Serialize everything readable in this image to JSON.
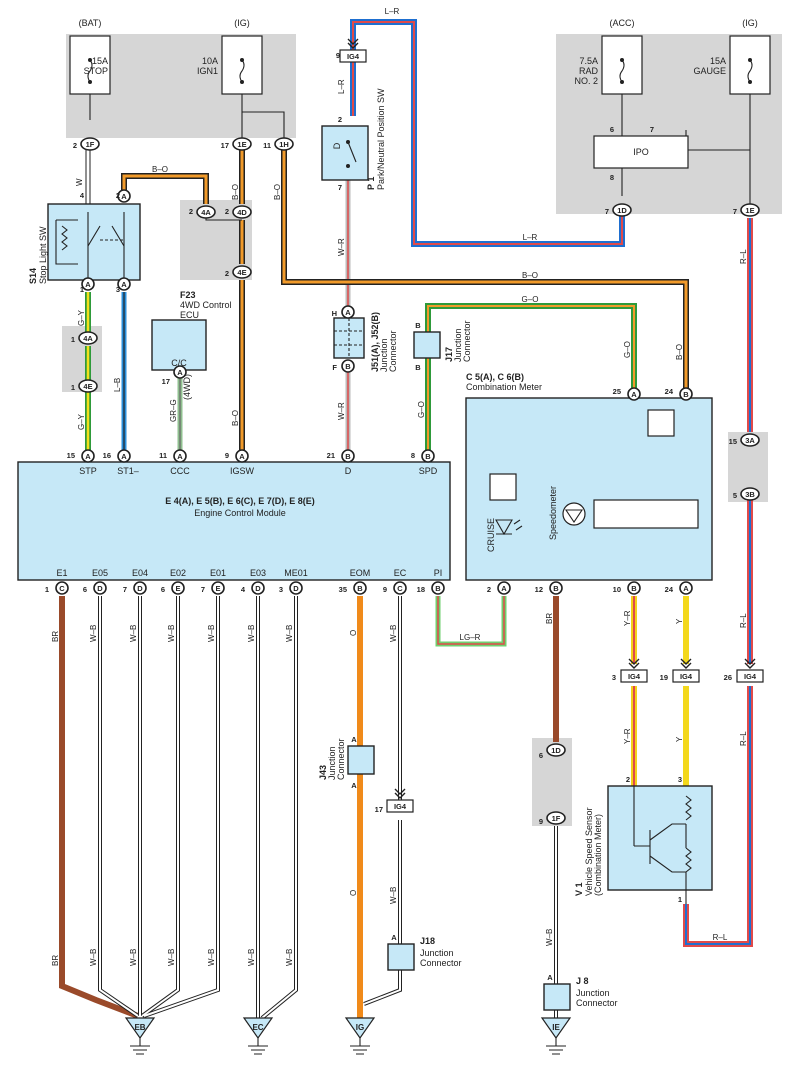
{
  "fuses": [
    {
      "source": "(BAT)",
      "rating": "15A",
      "name": "STOP"
    },
    {
      "source": "(IG)",
      "rating": "10A",
      "name": "IGN1"
    },
    {
      "source": "(ACC)",
      "rating": "7.5A",
      "name": "RAD",
      "name2": "NO. 2"
    },
    {
      "source": "(IG)",
      "rating": "15A",
      "name": "GAUGE"
    }
  ],
  "connectors": {
    "c1F": "1F",
    "c1E": "1E",
    "c1H": "1H",
    "c4A": "4A",
    "c4D": "4D",
    "c4E": "4E",
    "cIG4": "IG4",
    "c1D": "1D",
    "c3A": "3A",
    "c3B": "3B",
    "A": "A",
    "B": "B",
    "C": "C",
    "D": "D",
    "E": "E",
    "H": "H",
    "F": "F"
  },
  "pins": {
    "p2": "2",
    "p17": "17",
    "p11": "11",
    "p9": "9",
    "p7": "7",
    "p6": "6",
    "p8": "8",
    "p4": "4",
    "p1": "1",
    "p3": "3",
    "p15": "15",
    "p16": "16",
    "p21": "21",
    "p5": "5",
    "p25": "25",
    "p24": "24",
    "p35": "35",
    "p18": "18",
    "p12": "12",
    "p10": "10",
    "p19": "19",
    "p26": "26"
  },
  "wires": {
    "W": "W",
    "BO": "B–O",
    "LR": "L–R",
    "WR": "W–R",
    "GO": "G–O",
    "RL": "R–L",
    "GY": "G–Y",
    "LB": "L–B",
    "GRG": "GR–G",
    "BR": "BR",
    "WB": "W–B",
    "O": "O",
    "LGR": "LG–R",
    "YR": "Y–R",
    "Y": "Y"
  },
  "components": {
    "s14_code": "S14",
    "s14_name": "Stop Light SW",
    "f23_code": "F23",
    "f23_name": "4WD Control",
    "f23_name2": "ECU",
    "cc": "C/C",
    "fwd": "(4WD)",
    "p1_code": "P 1",
    "p1_name": "Park/Neutral Position SW",
    "p1_D": "D",
    "ipo": "IPO",
    "j51_code": "J51(A), J52(B)",
    "j51_name": "Junction",
    "j51_name2": "Connector",
    "j17_code": "J17",
    "j17_name": "Junction",
    "j17_name2": "Connector",
    "c5_code": "C 5(A), C 6(B)",
    "c5_name": "Combination Meter",
    "cruise": "CRUISE",
    "speedometer": "Speedometer",
    "ecm_code": "E 4(A), E 5(B), E 6(C), E 7(D), E 8(E)",
    "ecm_name": "Engine Control Module",
    "j43_code": "J43",
    "j43_name": "Junction",
    "j43_name2": "Connector",
    "j18_code": "J18",
    "j18_name": "Junction",
    "j18_name2": "Connector",
    "j8_code": "J 8",
    "j8_name": "Junction",
    "j8_name2": "Connector",
    "v1_code": "V 1",
    "v1_name": "Vehicle Speed Sensor",
    "v1_name2": "(Combination Meter)"
  },
  "ecm_top_terminals": [
    "STP",
    "ST1–",
    "CCC",
    "IGSW",
    "D",
    "SPD"
  ],
  "ecm_bottom_terminals": [
    "E1",
    "E05",
    "E04",
    "E02",
    "E01",
    "E03",
    "ME01",
    "EOM",
    "EC",
    "PI"
  ],
  "grounds": [
    "EB",
    "EC",
    "IG",
    "IE"
  ]
}
